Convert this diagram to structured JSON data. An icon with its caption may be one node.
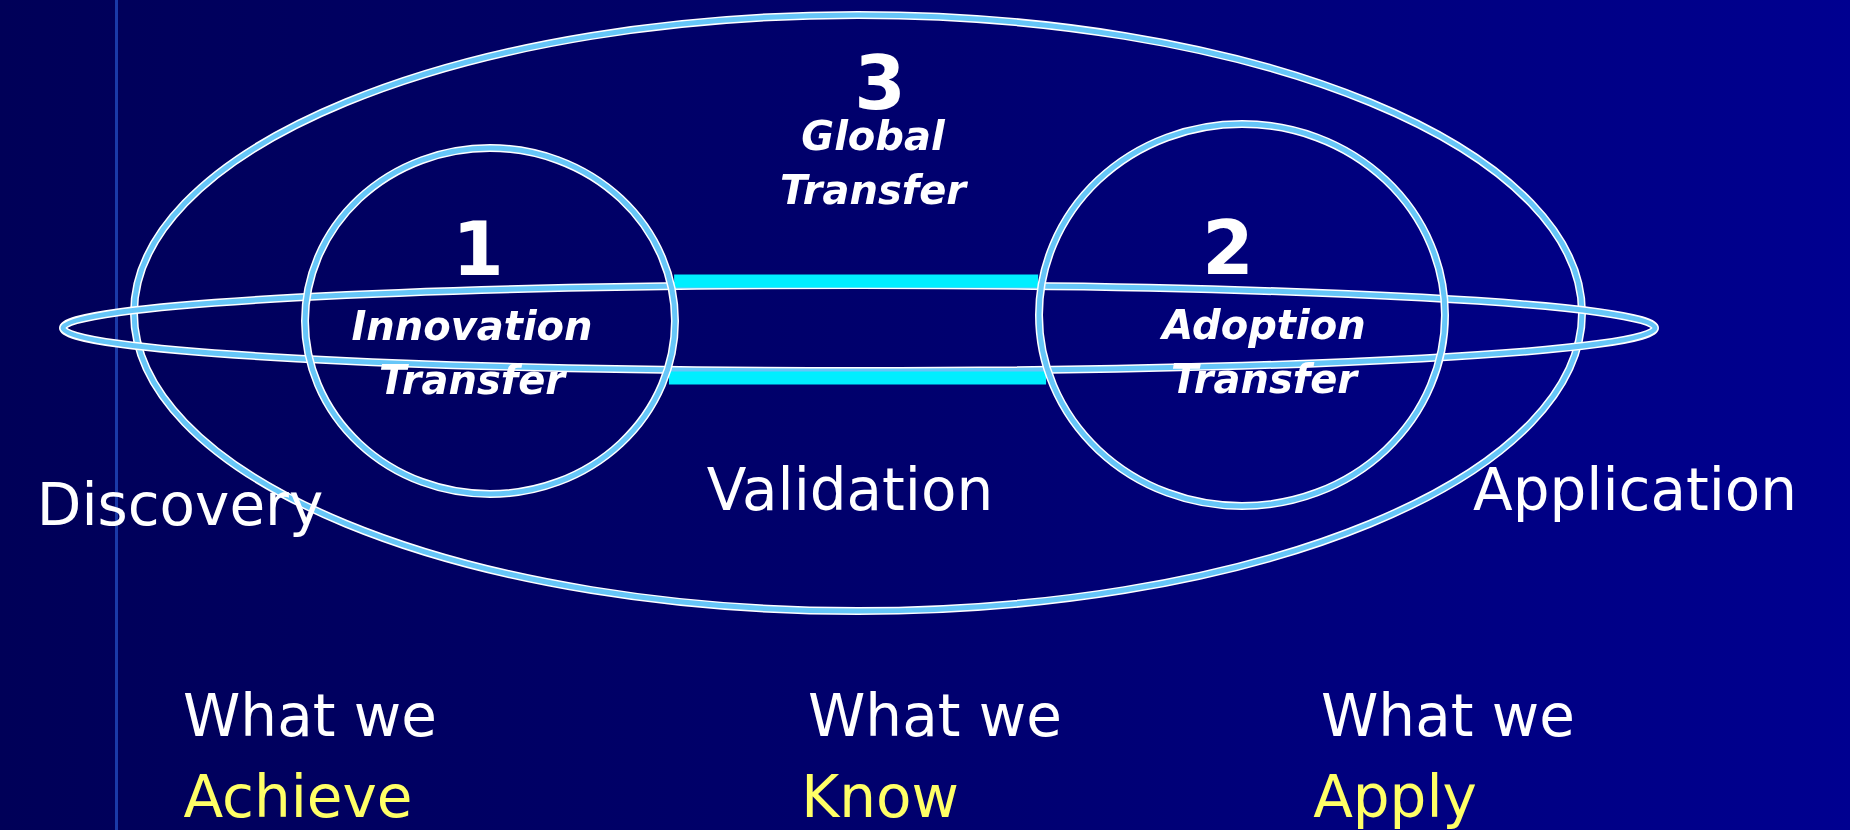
{
  "diagram": {
    "nodes": [
      {
        "text": [
          "3",
          "Global Transfer"
        ]
      },
      {
        "text": [
          "1",
          "Innovation Transfer"
        ],
        "in": 0
      },
      {
        "text": [
          "2",
          "Adoption Transfer"
        ],
        "in": 0
      }
    ],
    "edges": [
      {
        "from": 1,
        "to": 2,
        "arrow": "none"
      },
      {
        "from": 1,
        "to": 2,
        "arrow": "none"
      }
    ],
    "labels": [
      "Discovery",
      "Validation",
      "Application",
      "What we",
      "What we",
      "What we",
      "Achieve",
      "Know",
      "Apply"
    ]
  }
}
